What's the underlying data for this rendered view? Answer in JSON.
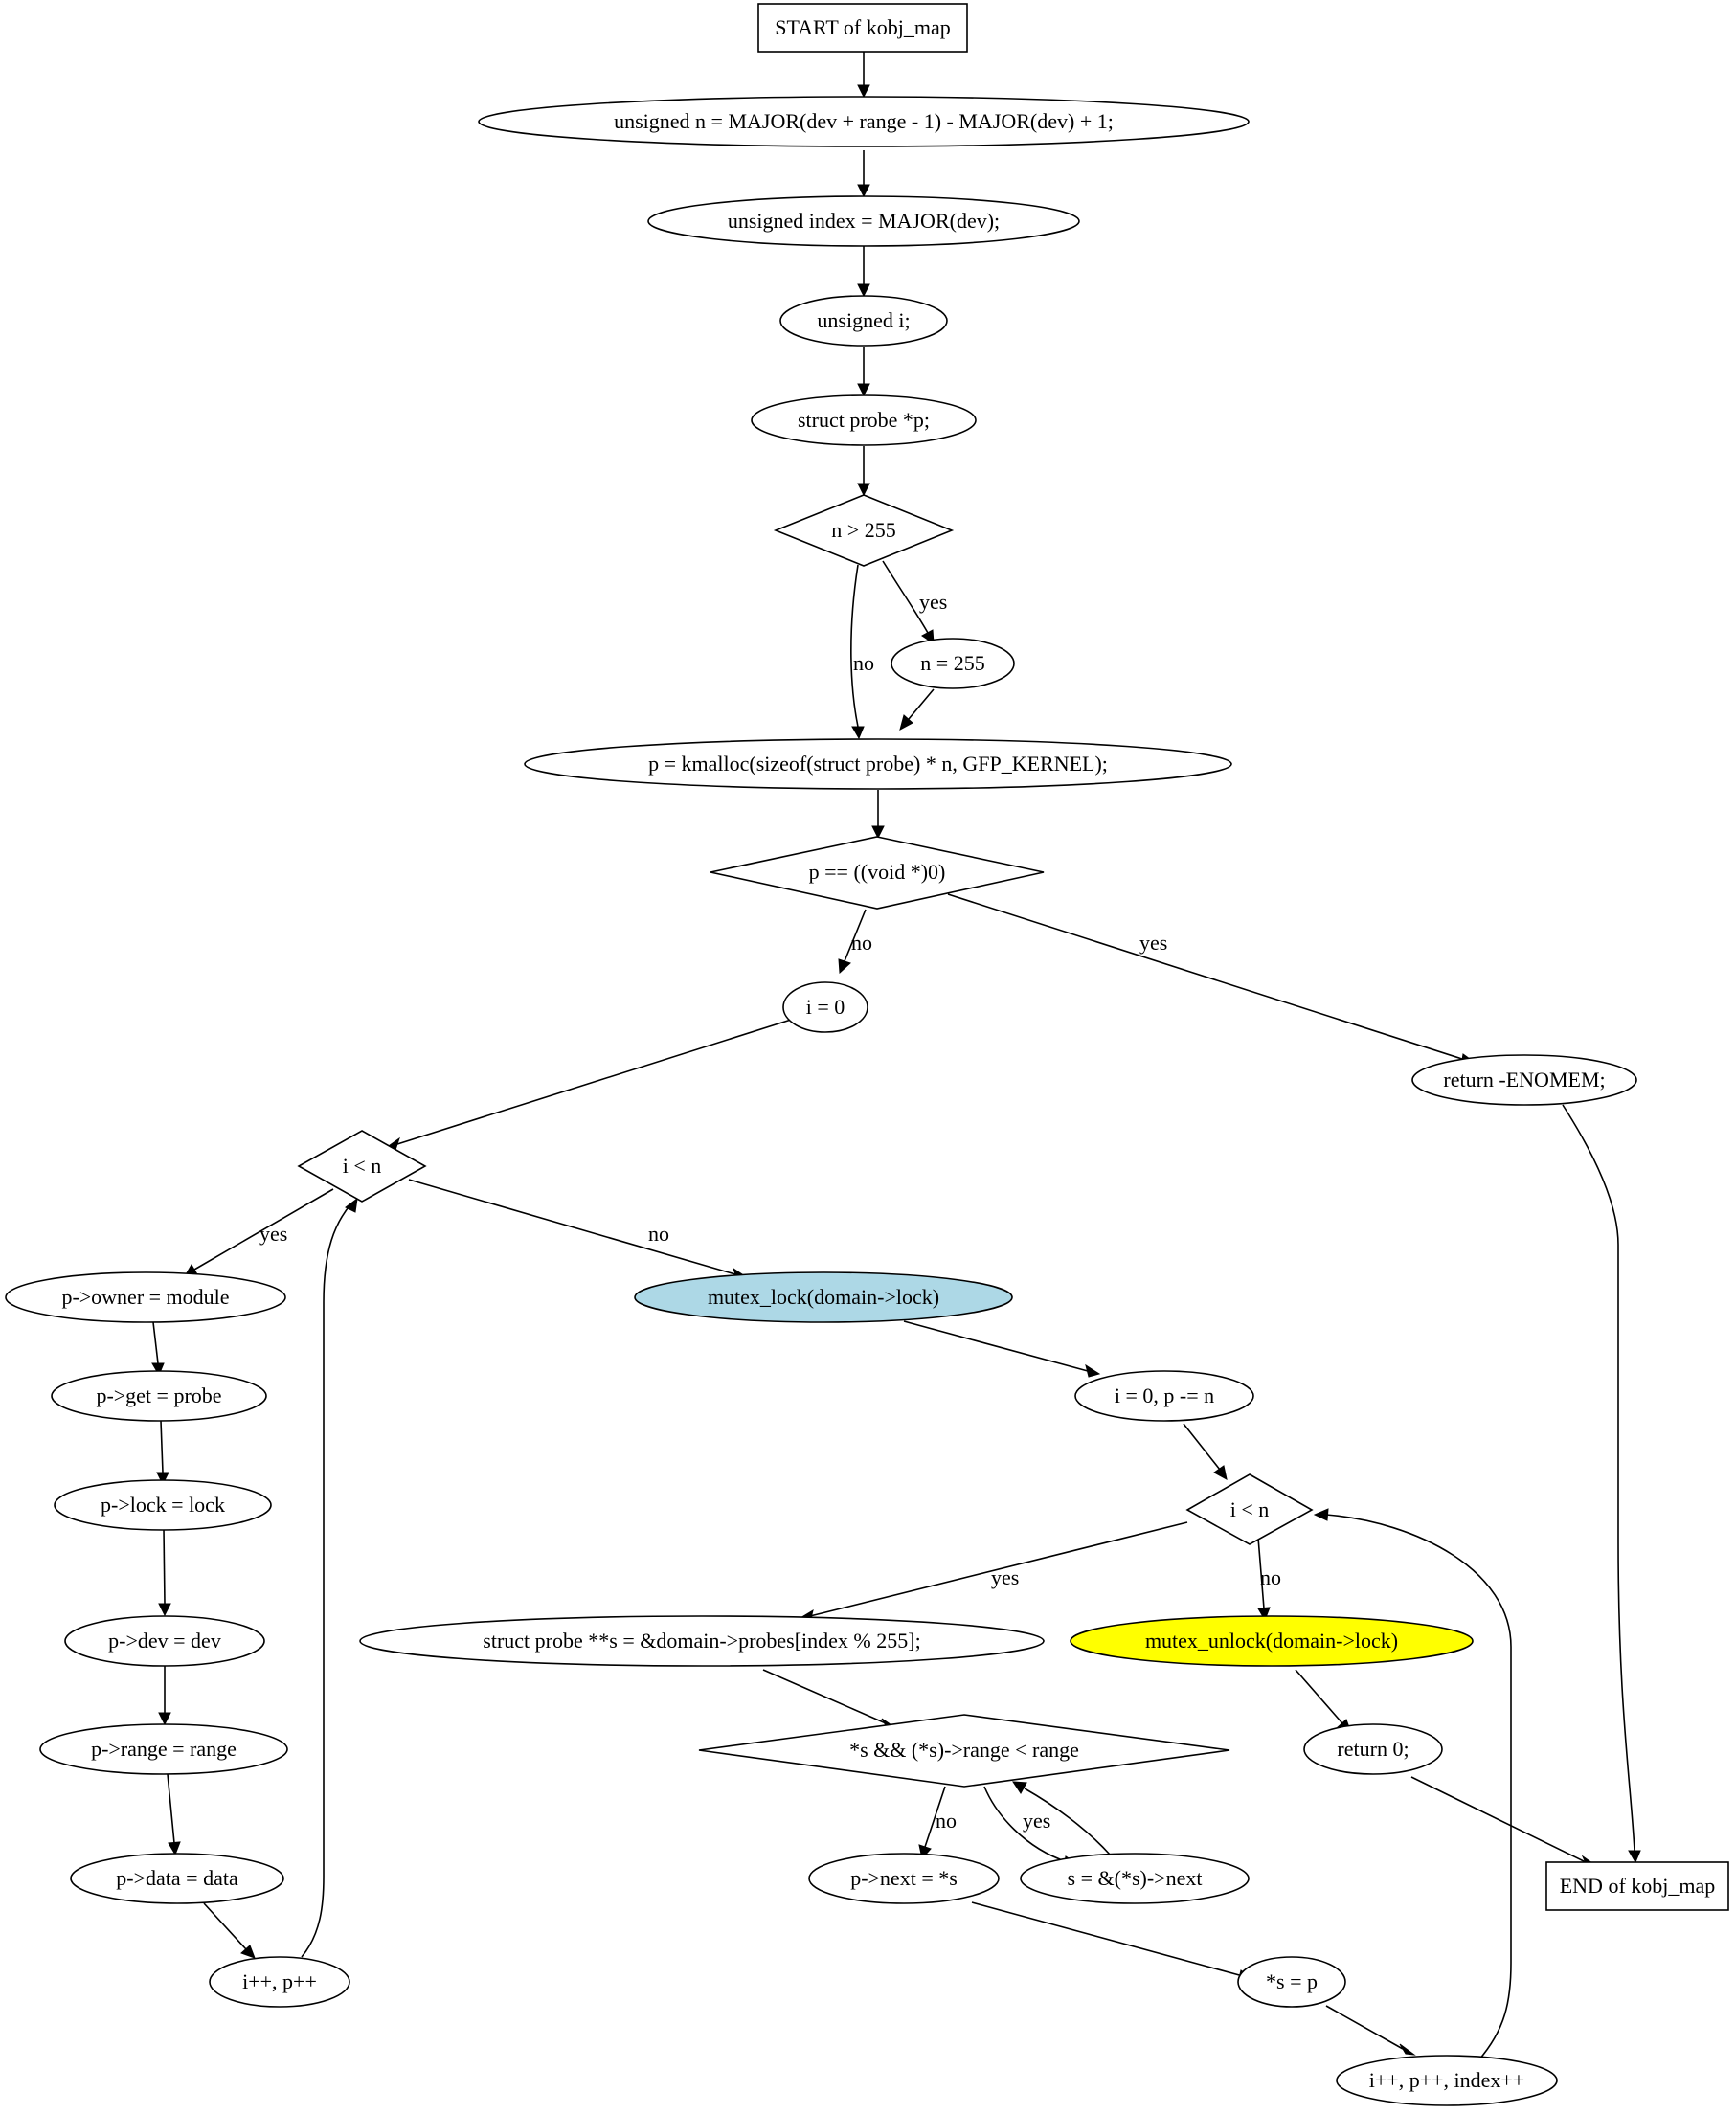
{
  "flowchart": {
    "colors": {
      "mutex_lock_fill": "#add8e6",
      "mutex_unlock_fill": "#ffff00",
      "line": "#000000",
      "background": "#ffffff"
    },
    "nodes": {
      "start": "START of kobj_map",
      "n_assign": "unsigned n = MAJOR(dev + range - 1) - MAJOR(dev) + 1;",
      "index_assign": "unsigned index = MAJOR(dev);",
      "decl_i": "unsigned i;",
      "decl_p": "struct probe *p;",
      "cond_n_gt_255": "n > 255",
      "n_eq_255": "n = 255",
      "kmalloc": "p = kmalloc(sizeof(struct probe) * n, GFP_KERNEL);",
      "cond_p_null": "p == ((void *)0)",
      "i_eq_0": "i = 0",
      "return_enomem": "return -ENOMEM;",
      "cond_i_lt_n_1": "i < n",
      "owner": "p->owner = module",
      "get": "p->get = probe",
      "lock": "p->lock = lock",
      "dev": "p->dev = dev",
      "range": "p->range = range",
      "data": "p->data = data",
      "inc_1": "i++, p++",
      "mutex_lock": "mutex_lock(domain->lock)",
      "i0_p_minus_n": "i = 0, p -= n",
      "cond_i_lt_n_2": "i < n",
      "probes_s": "struct probe **s = &domain->probes[index % 255];",
      "mutex_unlock": "mutex_unlock(domain->lock)",
      "cond_s_range": "*s && (*s)->range < range",
      "return_0": "return 0;",
      "p_next": "p->next = *s",
      "s_next": "s = &(*s)->next",
      "end": "END of kobj_map",
      "star_s_p": "*s = p",
      "inc_2": "i++, p++, index++"
    },
    "edge_labels": {
      "yes": "yes",
      "no": "no"
    }
  }
}
